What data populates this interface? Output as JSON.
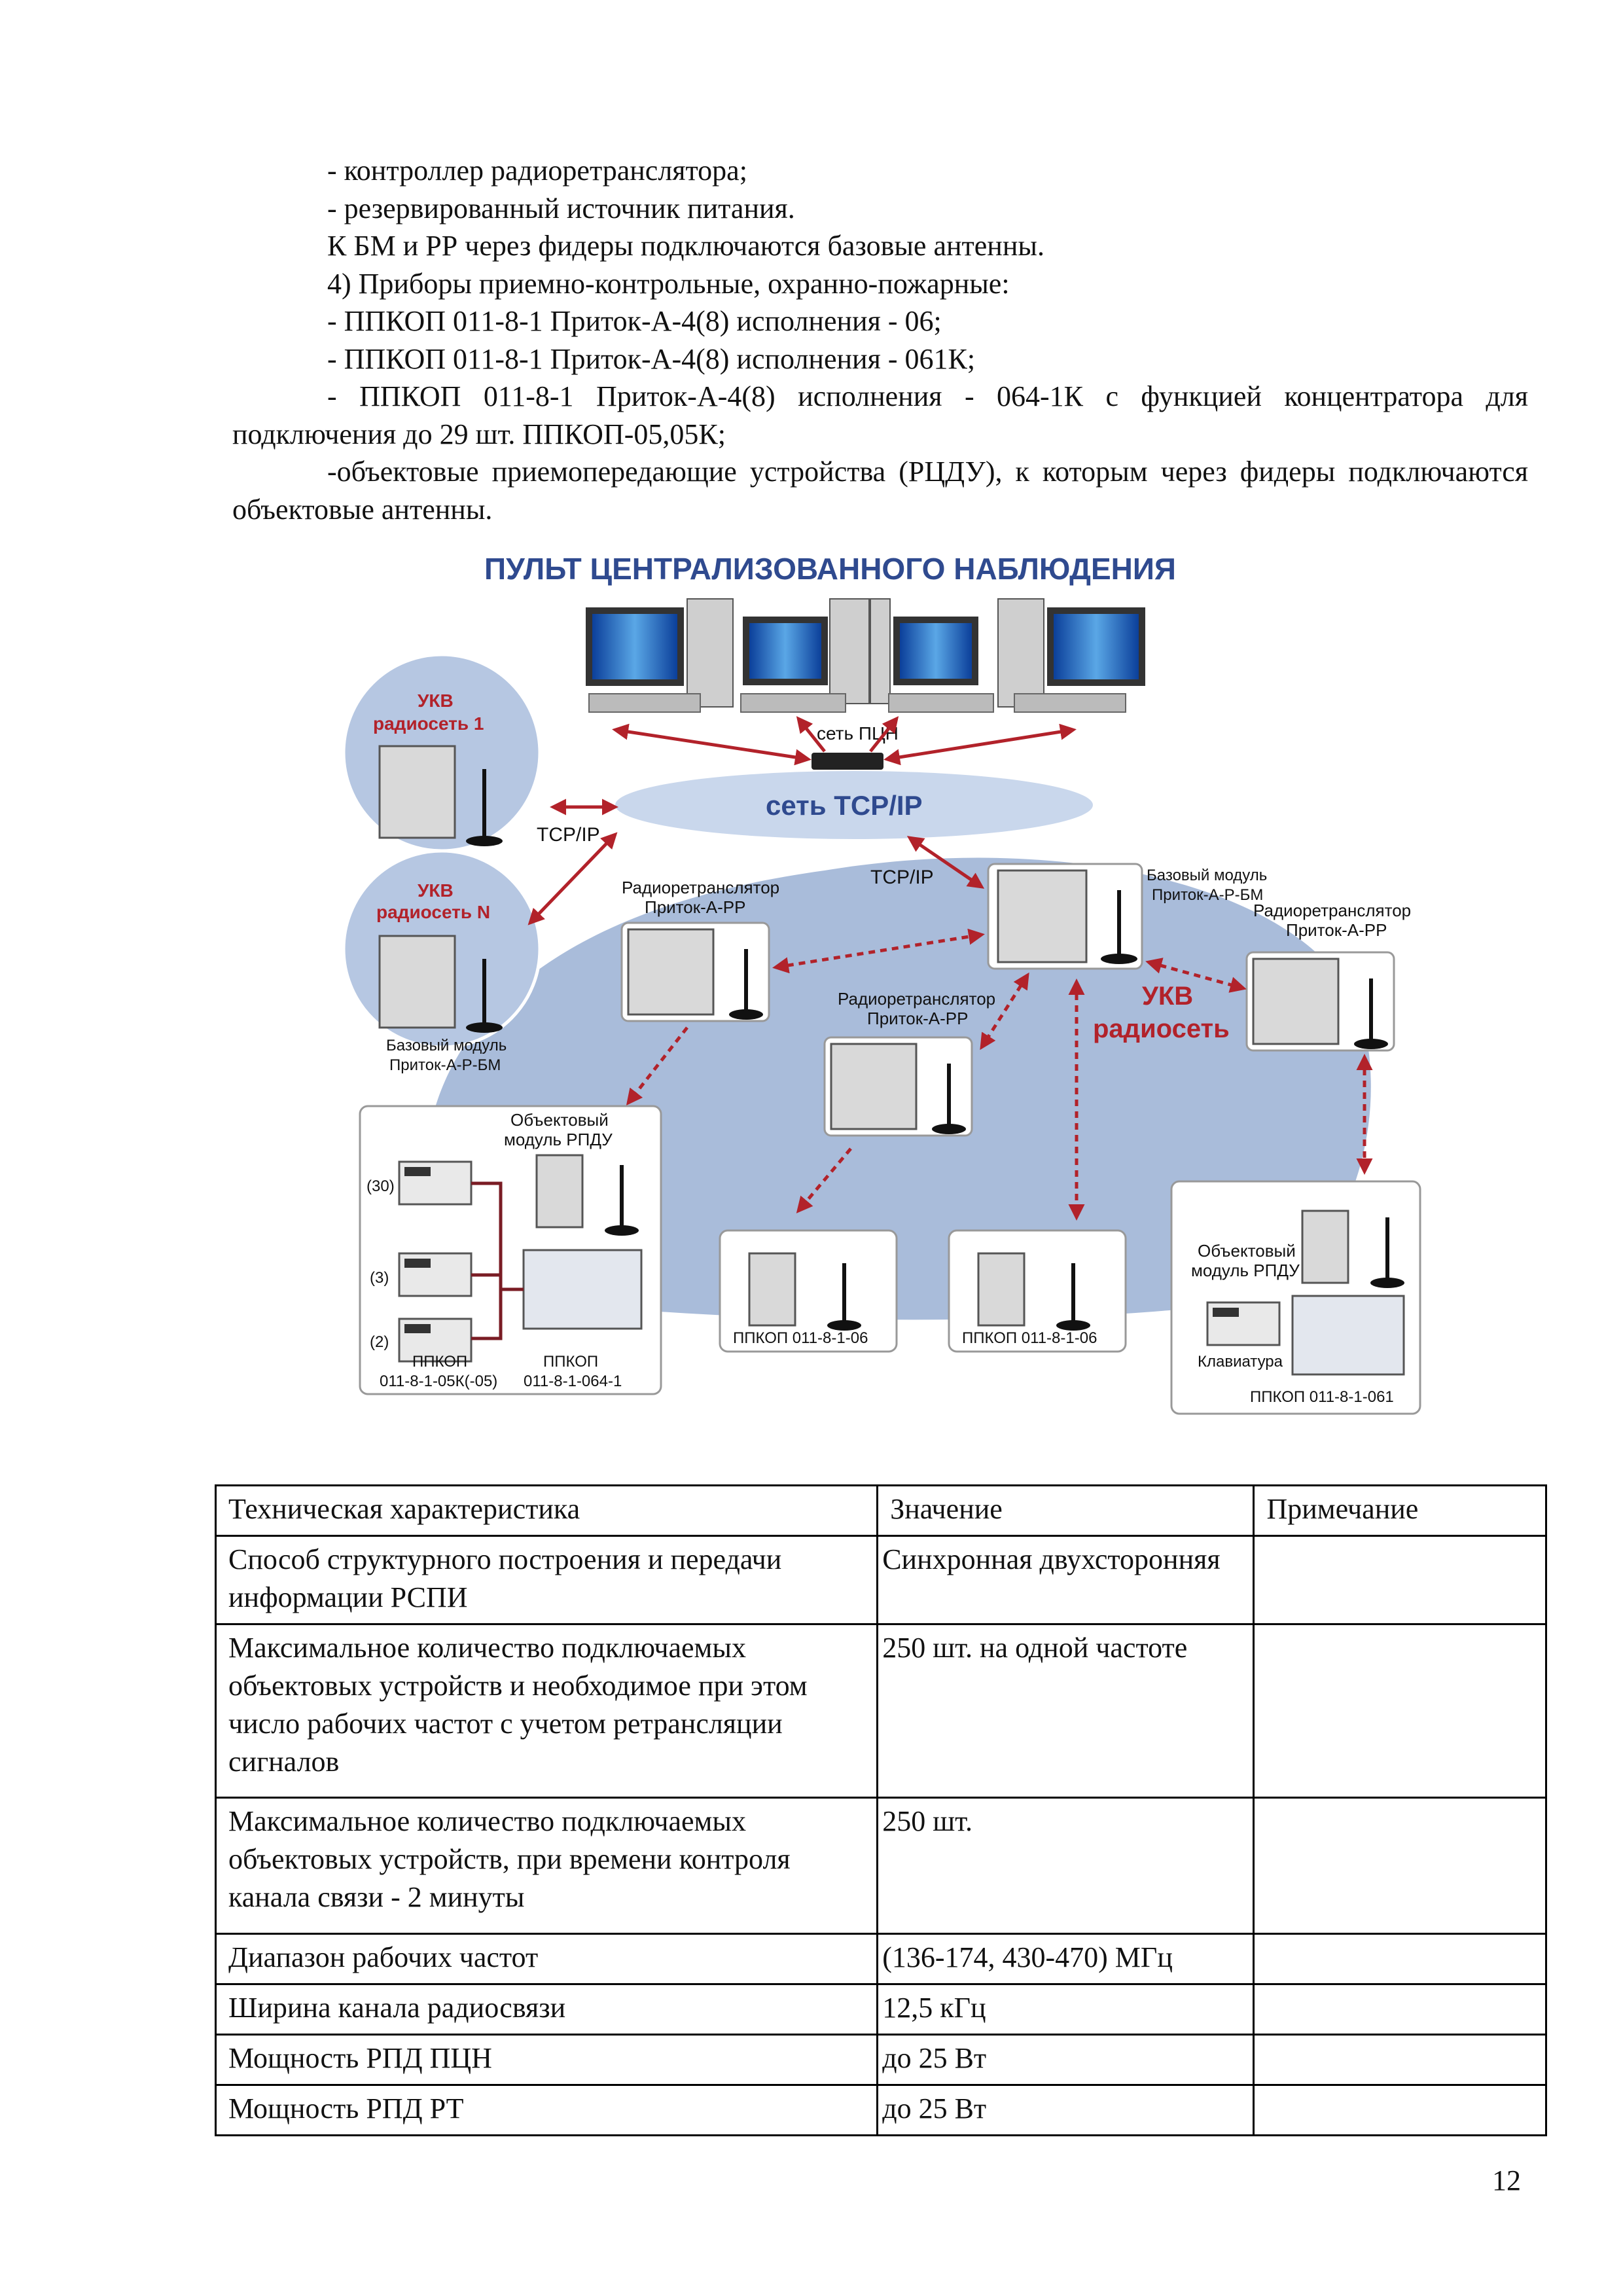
{
  "paragraphs": {
    "p1": "- контроллер радиоретранслятора;",
    "p2": "- резервированный источник питания.",
    "p3": "К БМ и РР через фидеры подключаются базовые антенны.",
    "p4": "4) Приборы приемно-контрольные, охранно-пожарные:",
    "p5": "- ППКОП 011-8-1 Приток-А-4(8) исполнения - 06;",
    "p6": "- ППКОП 011-8-1 Приток-А-4(8) исполнения - 061К;",
    "p7": "- ППКОП 011-8-1 Приток-А-4(8) исполнения - 064-1К с функцией концентратора для подключения до 29 шт. ППКОП-05,05К;",
    "p8": "-объектовые приемопередающие устройства (РЦДУ), к которым через фидеры подключаются объектовые антенны."
  },
  "diagram": {
    "title": "ПУЛЬТ ЦЕНТРАЛИЗОВАННОГО НАБЛЮДЕНИЯ",
    "pcn_network": "сеть ПЦН",
    "tcp_network": "сеть TCP/IP",
    "tcp_link_left": "TCP/IP",
    "tcp_link_right": "TCP/IP",
    "ukv_net_1_a": "УКВ",
    "ukv_net_1_b": "радиосеть 1",
    "ukv_net_n_a": "УКВ",
    "ukv_net_n_b": "радиосеть N",
    "bm_left_a": "Базовый модуль",
    "bm_left_b": "Приток-А-Р-БМ",
    "bm_main_a": "Базовый модуль",
    "bm_main_b": "Приток-А-Р-БМ",
    "rr_left_a": "Радиоретранслятор",
    "rr_left_b": "Приток-А-РР",
    "rr_mid_a": "Радиоретранслятор",
    "rr_mid_b": "Приток-А-РР",
    "rr_right_a": "Радиоретранслятор",
    "rr_right_b": "Приток-А-РР",
    "ukv_center_a": "УКВ",
    "ukv_center_b": "радиосеть",
    "obj_module_left_a": "Объектовый",
    "obj_module_left_b": "модуль РПДУ",
    "n30": "(30)",
    "n3": "(3)",
    "n2": "(2)",
    "ppkop_05_a": "ППКОП",
    "ppkop_05_b": "011-8-1-05К(-05)",
    "ppkop_064_a": "ППКОП",
    "ppkop_064_b": "011-8-1-064-1",
    "ppkop_06_1": "ППКОП  011-8-1-06",
    "ppkop_06_2": "ППКОП  011-8-1-06",
    "obj_module_right_a": "Объектовый",
    "obj_module_right_b": "модуль РПДУ",
    "keyboard": "Клавиатура",
    "ppkop_061": "ППКОП  011-8-1-061"
  },
  "table": {
    "header": [
      "Техническая характеристика",
      "Значение",
      "Примечание"
    ],
    "rows": [
      {
        "char": "Способ структурного построения и передачи информации РСПИ",
        "value": "Синхронная двухсторонняя",
        "note": ""
      },
      {
        "char": "Максимальное количество подключаемых объектовых устройств и необходимое при этом число рабочих частот с учетом ретрансляции сигналов",
        "value": "250 шт. на одной частоте",
        "note": ""
      },
      {
        "char": "Максимальное количество подключаемых объектовых устройств, при времени контроля канала связи - 2 минуты",
        "value": "250 шт.",
        "note": ""
      },
      {
        "char": "Диапазон рабочих частот",
        "value": "(136-174,  430-470) МГц",
        "note": ""
      },
      {
        "char": "Ширина канала радиосвязи",
        "value": "12,5 кГц",
        "note": ""
      },
      {
        "char": "Мощность РПД ПЦН",
        "value": "до 25 Вт",
        "note": ""
      },
      {
        "char": "Мощность РПД РТ",
        "value": "до 25 Вт",
        "note": ""
      }
    ]
  },
  "page_number": "12",
  "colors": {
    "title_blue": "#2f4a8f",
    "network_oval": "#c9d7ec",
    "zone_blue": "#a9bcda",
    "arrow_red": "#b2222a",
    "device_gray": "#d9d9d9"
  }
}
